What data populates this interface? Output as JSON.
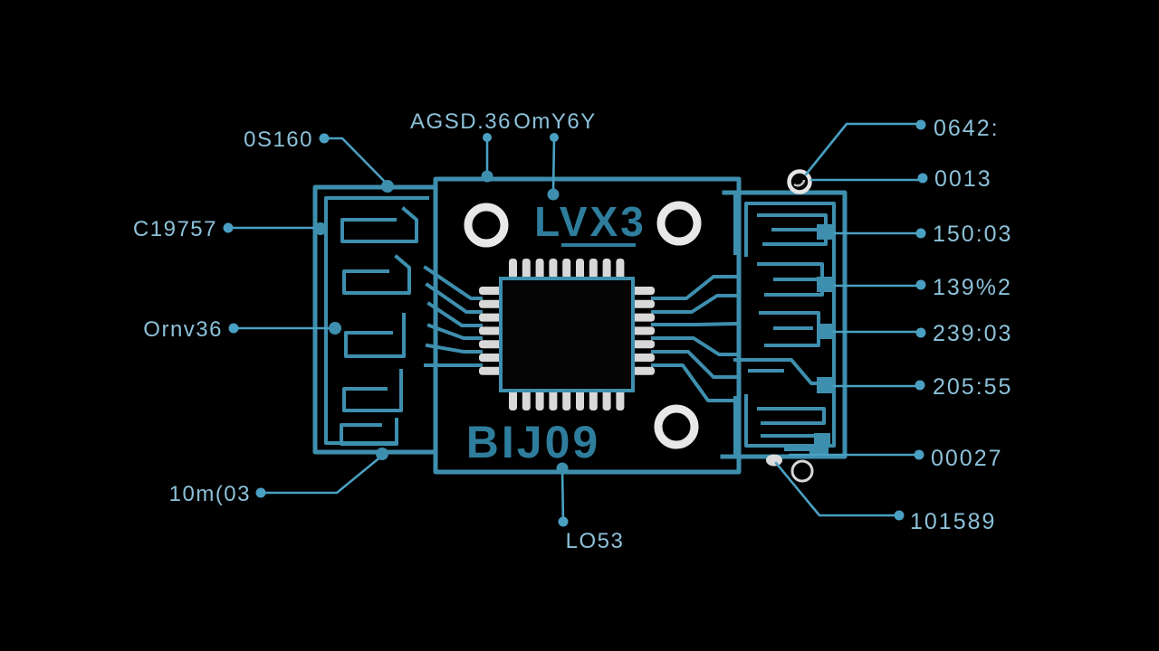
{
  "scene": {
    "description": "Circuit board diagram with central QFP chip, mounting holes, trace mazes and numeric callout labels",
    "colors": {
      "background": "#000000",
      "trace": "#3e8fae",
      "callout_line": "#4aa0c2",
      "label_text": "#8cc1d9",
      "chip_marking": "#2f7d9c",
      "silkscreen_white": "#e8e8e8"
    }
  },
  "chip": {
    "top_marking": "LVX3",
    "bottom_marking": "BIJ09"
  },
  "callouts": {
    "os160": "0S160",
    "agsd": "AGSD.36",
    "omy6y": "OmY6Y",
    "c19757": "C19757",
    "ornv36": "Ornv36",
    "m1003": "10m(03",
    "lo53": "LO53",
    "r0642": "0642:",
    "r0013": "0013",
    "r15003": "150:03",
    "r1392": "139%2",
    "r23903": "239:03",
    "r20555": "205:55",
    "r00027": "00027",
    "r101589": "101589"
  }
}
